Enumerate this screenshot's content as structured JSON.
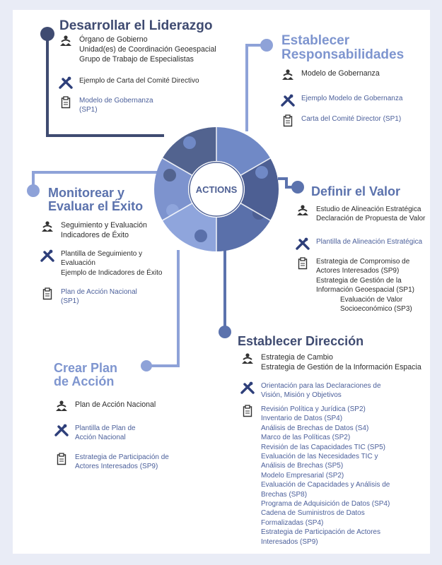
{
  "center": {
    "label": "ACTIONS"
  },
  "colors": {
    "dark": "#3f4b71",
    "mid": "#5b72ad",
    "light": "#8ea2d8",
    "bg": "#e9ecf6"
  },
  "sections": {
    "liderazgo": {
      "title": "Desarrollar el Liderazgo",
      "governance": [
        "Órgano de Gobierno",
        "Unidad(es) de Coordinación Geoespacial",
        "Grupo de Trabajo de Especialistas"
      ],
      "tools": [
        "Ejemplo de Carta del Comité Directivo"
      ],
      "docs": [
        "Modelo de Gobernanza",
        "(SP1)"
      ]
    },
    "responsabilidades": {
      "title_lines": [
        "Establecer",
        "Responsabilidades"
      ],
      "governance": [
        "Modelo de Gobernanza"
      ],
      "tools": [
        "Ejemplo Modelo de Gobernanza"
      ],
      "docs": [
        "Carta del Comité Director (SP1)"
      ]
    },
    "monitorear": {
      "title_lines": [
        "Monitorear y",
        "Evaluar el Éxito"
      ],
      "governance": [
        "Seguimiento y Evaluación",
        "Indicadores de Éxito"
      ],
      "tools": [
        "Plantilla de Seguimiento y",
        "Evaluación",
        "Ejemplo de Indicadores de Éxito"
      ],
      "docs": [
        "Plan de Acción Nacional",
        "(SP1)"
      ]
    },
    "valor": {
      "title": "Definir el Valor",
      "governance": [
        "Estudio de Alineación Estratégica",
        "Declaración de Propuesta de Valor"
      ],
      "tools": [
        "Plantilla de Alineación Estratégica"
      ],
      "docs": [
        "Estrategia de Compromiso de",
        "Actores Interesados (SP9)",
        "Estrategia de Gestión de la",
        "Información Geoespacial (SP1)"
      ],
      "docs_indented": [
        "Evaluación de Valor",
        "Socioeconómico (SP3)"
      ]
    },
    "plan": {
      "title_lines": [
        "Crear Plan",
        "de Acción"
      ],
      "governance": [
        "Plan de Acción Nacional"
      ],
      "tools": [
        "Plantilla de Plan de",
        "Acción Nacional"
      ],
      "docs": [
        "Estrategia de Participación de",
        "Actores Interesados  (SP9)"
      ]
    },
    "direccion": {
      "title": "Establecer Dirección",
      "governance": [
        "Estrategia de Cambio",
        "Estrategia de Gestión de la Información Espacia"
      ],
      "tools": [
        "Orientación para las Declaraciones de",
        "Visión, Misión y Objetivos"
      ],
      "docs": [
        "Revisión Política y Jurídica (SP2)",
        "Inventario de Datos (SP4)",
        "Análisis de Brechas de Datos (S4)",
        "Marco de las Políticas (SP2)",
        "Revisión de las Capacidades TIC (SP5)",
        "Evaluación de las Necesidades TIC y",
        "Análisis de Brechas (SP5)",
        "Modelo Empresarial (SP2)",
        "Evaluación de Capacidades y Análisis de",
        "Brechas (SP8)",
        "Programa de Adquisición de Datos (SP4)",
        "Cadena de Suministros de Datos",
        "Formalizadas (SP4)",
        "Estrategia de Participación de Actores",
        "Interesados (SP9)"
      ]
    }
  },
  "icons": {
    "governance": "governance-icon",
    "tools": "tools-icon",
    "document": "document-icon"
  }
}
